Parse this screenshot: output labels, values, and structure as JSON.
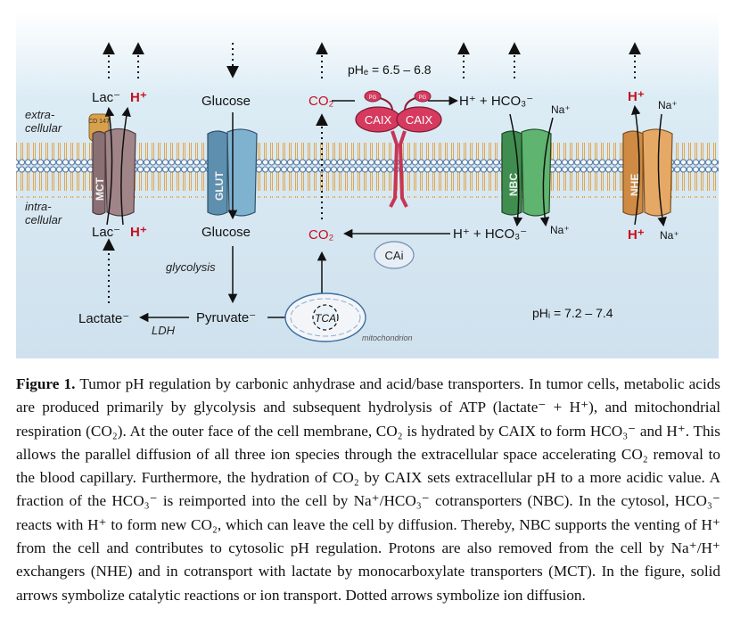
{
  "figure": {
    "regions": {
      "extra": [
        "extra-",
        "cellular"
      ],
      "intra": [
        "intra-",
        "cellular"
      ]
    },
    "ph_extra": "pHₑ = 6.5 – 6.8",
    "ph_intra": "pHᵢ = 7.2 – 7.4",
    "mct": {
      "name": "MCT",
      "chaperone": "CD 147",
      "lac_out": "Lac⁻",
      "h_out": "H⁺",
      "lac_in": "Lac⁻",
      "h_in": "H⁺"
    },
    "glut": {
      "name": "GLUT",
      "glucose_out": "Glucose",
      "glucose_in": "Glucose"
    },
    "caix": {
      "name": "CAIX",
      "pg": "PG",
      "co2_out": "CO₂",
      "products_out": "H⁺ + HCO₃⁻"
    },
    "nbc": {
      "name": "NBC",
      "na_out": "Na⁺",
      "products_in": "H⁺ + HCO₃⁻",
      "na_in": "Na⁺"
    },
    "nhe": {
      "name": "NHE",
      "h_out": "H⁺",
      "na_out": "Na⁺",
      "h_in": "H⁺",
      "na_in": "Na⁺"
    },
    "co2_in": "CO₂",
    "ca_enzyme": "CAi",
    "glycolysis": "glycolysis",
    "pyruvate": "Pyruvate⁻",
    "lactate": "Lactate⁻",
    "ldh": "LDH",
    "tca": "TCA",
    "mitochondrion": "mitochondrion",
    "colors": {
      "bg_top": "#dcecf5",
      "bg_bottom": "#cfe1ee",
      "membrane_head": "#6a8fb6",
      "membrane_tail": "#e3a74d",
      "mct": "#8a6f73",
      "glut": "#6c9fbd",
      "caix": "#d63a5f",
      "nbc": "#4aa05a",
      "nhe": "#d8924a",
      "proton": "#c40f1d"
    }
  },
  "caption": {
    "label": "Figure 1.",
    "lines": [
      "Tumor pH regulation by carbonic anhydrase and acid/base transporters. In tumor cells,",
      "metabolic acids are produced primarily by glycolysis and subsequent hydrolysis of ATP (lactate⁻ + H⁺),",
      "and mitochondrial respiration (CO₂). At the outer face of the cell membrane, CO₂ is hydrated by CAIX to",
      "form HCO₃⁻ and H⁺. This allows the parallel diffusion of all three ion species through the extracellular",
      "space accelerating CO₂ removal to the blood capillary. Furthermore, the hydration of CO₂ by CAIX",
      "sets extracellular pH to a more acidic value. A fraction of the HCO₃⁻ is reimported into the cell by",
      "Na⁺/HCO₃⁻ cotransporters (NBC). In the cytosol, HCO₃⁻ reacts with H⁺ to form new CO₂, which can",
      "leave the cell by diffusion. Thereby, NBC supports the venting of H⁺ from the cell and contributes to",
      "cytosolic pH regulation. Protons are also removed from the cell by Na⁺/H⁺ exchangers (NHE) and in",
      "cotransport with lactate by monocarboxylate transporters (MCT). In the figure, solid arrows symbolize",
      "catalytic reactions or ion transport. Dotted arrows symbolize ion diffusion."
    ]
  }
}
